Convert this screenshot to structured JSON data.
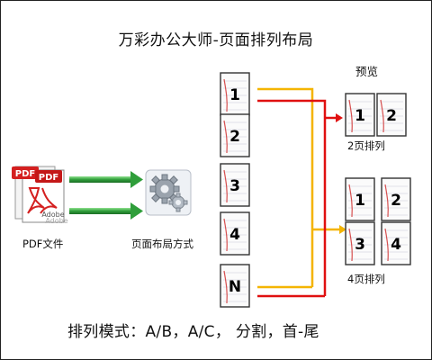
{
  "title": "万彩办公大师-页面排列布局",
  "preview_label": "预览",
  "pdf_label": "PDF文件",
  "layout_label": "页面布局方式",
  "two_page_label": "2页排列",
  "four_page_label": "4页排列",
  "mode_text": "排列模式：A/B，A/C， 分割，首-尾",
  "icons": {
    "pdf": "pdf-files-icon",
    "gear": "gear-icon"
  },
  "source_pages": [
    "1",
    "2",
    "3",
    "4",
    "N"
  ],
  "two_page_preview": [
    "1",
    "2"
  ],
  "four_page_preview": [
    "1",
    "2",
    "3",
    "4"
  ],
  "pdf_icon_text": {
    "pdf_tag_1": "PDF",
    "pdf_tag_2": "PDF",
    "adobe_1": "Adobe",
    "adobe_2": "Adobe"
  },
  "colors": {
    "red_line": "#e01010",
    "yellow_line": "#f4b400",
    "green_arrow": "#2f9e3a",
    "page_border": "#333333",
    "pdf_red": "#d42020"
  }
}
